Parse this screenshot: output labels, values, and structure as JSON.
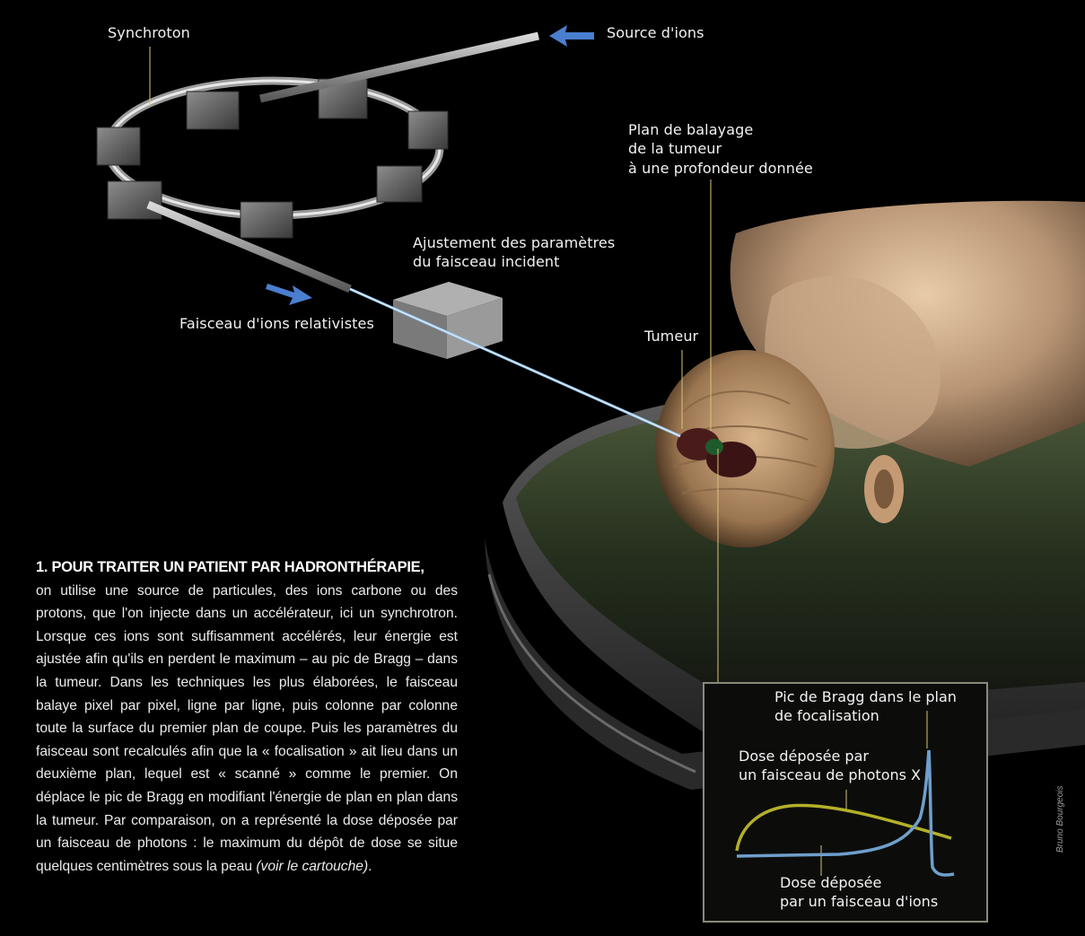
{
  "labels": {
    "synchrotron": "Synchroton",
    "source": "Source d'ions",
    "plan_line1": "Plan de balayage",
    "plan_line2": "de la tumeur",
    "plan_line3": "à une profondeur donnée",
    "ajust_line1": "Ajustement des paramètres",
    "ajust_line2": "du faisceau incident",
    "faisceau": "Faisceau d'ions relativistes",
    "tumeur": "Tumeur"
  },
  "caption": {
    "title": "1. POUR TRAITER UN PATIENT PAR HADRONTHÉRAPIE,",
    "body": "on utilise une source de particules, des ions carbone ou des protons, que l'on injecte dans un accélérateur, ici un synchrotron. Lorsque ces ions sont suffisamment accélérés, leur énergie est ajustée afin qu'ils en perdent le maximum – au pic de Bragg – dans la tumeur. Dans les techniques les plus élaborées, le faisceau balaye pixel par pixel, ligne par ligne, puis colonne par colonne toute la surface du premier plan de coupe. Puis les paramètres du faisceau sont recalculés afin que la « focalisation » ait lieu dans un deuxième plan, lequel est « scanné » comme le premier. On déplace le pic de Bragg en modifiant l'énergie de plan en plan dans la tumeur. Par comparaison, on a représenté la dose déposée par un faisceau de photons : le maximum du dépôt de dose se situe quelques centimètres sous la peau",
    "ref": "(voir le cartouche)",
    "end": "."
  },
  "inset": {
    "bragg_line1": "Pic de Bragg dans le plan",
    "bragg_line2": "de focalisation",
    "photon_line1": "Dose déposée par",
    "photon_line2": "un faisceau de photons X",
    "ion_line1": "Dose déposée",
    "ion_line2": "par un faisceau d'ions"
  },
  "credit": "Bruno Bourgeois",
  "colors": {
    "leader": "#d8c47a",
    "photon_curve": "#b4b02a",
    "ion_curve": "#6f9fcc",
    "arrow": "#4a7fd0",
    "beam": "#9cc6ee"
  }
}
